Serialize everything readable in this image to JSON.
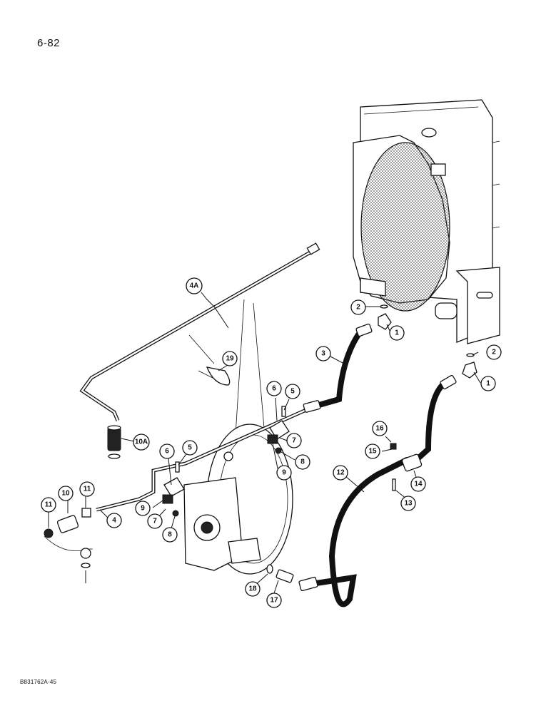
{
  "page": {
    "page_number": "6-82",
    "document_code": "B831762A-45"
  },
  "callouts": [
    {
      "id": "c-1a",
      "label": "1"
    },
    {
      "id": "c-1b",
      "label": "1"
    },
    {
      "id": "c-2a",
      "label": "2"
    },
    {
      "id": "c-2b",
      "label": "2"
    },
    {
      "id": "c-3",
      "label": "3"
    },
    {
      "id": "c-4a",
      "label": "4A"
    },
    {
      "id": "c-4",
      "label": "4"
    },
    {
      "id": "c-5a",
      "label": "5"
    },
    {
      "id": "c-5b",
      "label": "5"
    },
    {
      "id": "c-6a",
      "label": "6"
    },
    {
      "id": "c-6b",
      "label": "6"
    },
    {
      "id": "c-7a",
      "label": "7"
    },
    {
      "id": "c-7b",
      "label": "7"
    },
    {
      "id": "c-8a",
      "label": "8"
    },
    {
      "id": "c-8b",
      "label": "8"
    },
    {
      "id": "c-9a",
      "label": "9"
    },
    {
      "id": "c-9b",
      "label": "9"
    },
    {
      "id": "c-10a",
      "label": "10A"
    },
    {
      "id": "c-10",
      "label": "10"
    },
    {
      "id": "c-11a",
      "label": "11"
    },
    {
      "id": "c-11b",
      "label": "11"
    },
    {
      "id": "c-12",
      "label": "12"
    },
    {
      "id": "c-13",
      "label": "13"
    },
    {
      "id": "c-14",
      "label": "14"
    },
    {
      "id": "c-15",
      "label": "15"
    },
    {
      "id": "c-16",
      "label": "16"
    },
    {
      "id": "c-17",
      "label": "17"
    },
    {
      "id": "c-18",
      "label": "18"
    },
    {
      "id": "c-19",
      "label": "19"
    }
  ]
}
